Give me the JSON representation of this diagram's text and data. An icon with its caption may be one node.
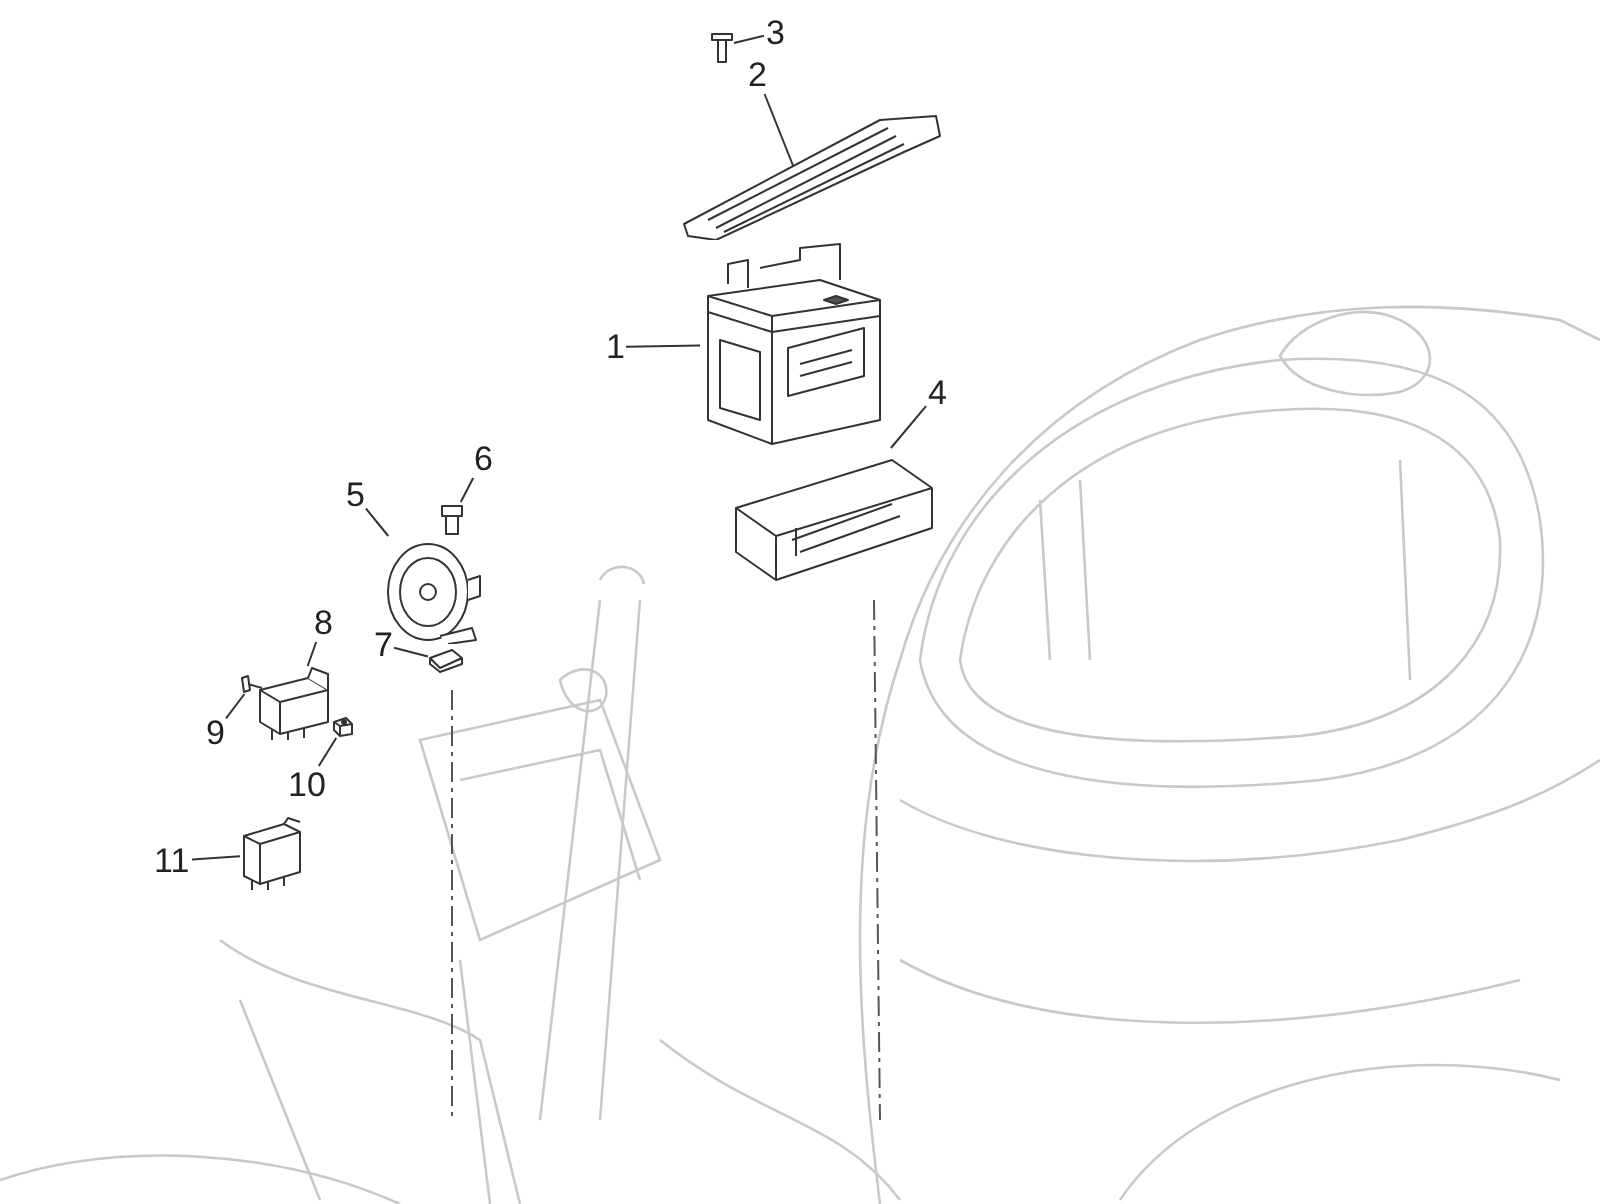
{
  "diagram": {
    "nodes": [
      {
        "text": [
          "1"
        ]
      },
      {
        "text": [
          "2"
        ]
      },
      {
        "text": [
          "3"
        ]
      },
      {
        "text": [
          "4"
        ]
      },
      {
        "text": [
          "5"
        ]
      },
      {
        "text": [
          "6"
        ]
      },
      {
        "text": [
          "7"
        ]
      },
      {
        "text": [
          "8"
        ]
      },
      {
        "text": [
          "9"
        ]
      },
      {
        "text": [
          "10"
        ]
      },
      {
        "text": [
          "11"
        ]
      },
      {
        "text": [],
        "shape": "picture"
      },
      {
        "text": [],
        "shape": "picture"
      },
      {
        "text": [],
        "shape": "picture"
      },
      {
        "text": [],
        "shape": "picture"
      },
      {
        "text": [],
        "shape": "picture"
      },
      {
        "text": [],
        "shape": "picture"
      },
      {
        "text": [],
        "shape": "picture"
      },
      {
        "text": [],
        "shape": "picture"
      },
      {
        "text": [],
        "shape": "picture"
      },
      {
        "text": [],
        "shape": "picture"
      },
      {
        "text": [],
        "shape": "picture"
      }
    ],
    "edges": [
      {
        "from": 0,
        "to": 11,
        "arrow": "none"
      },
      {
        "from": 1,
        "to": 12,
        "arrow": "none"
      },
      {
        "from": 2,
        "to": 13,
        "arrow": "none"
      },
      {
        "from": 3,
        "to": 14,
        "arrow": "none"
      },
      {
        "from": 4,
        "to": 15,
        "arrow": "none"
      },
      {
        "from": 5,
        "to": 16,
        "arrow": "none"
      },
      {
        "from": 6,
        "to": 17,
        "arrow": "none"
      },
      {
        "from": 7,
        "to": 18,
        "arrow": "none"
      },
      {
        "from": 8,
        "to": 19,
        "arrow": "none"
      },
      {
        "from": 9,
        "to": 20,
        "arrow": "none"
      },
      {
        "from": 10,
        "to": 21,
        "arrow": "none"
      }
    ]
  }
}
